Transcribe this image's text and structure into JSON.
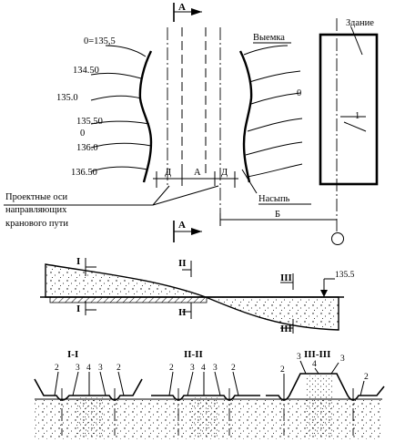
{
  "plan": {
    "section_mark": "А",
    "elevation_zero": "0=135,5",
    "excavation_label": "Выемка",
    "building_label": "Здание",
    "contours_left": [
      "134.50",
      "135.0",
      "135.50",
      "0",
      "136.0",
      "136.50"
    ],
    "contour_right_zero": "0",
    "marker_one": "1",
    "dim_d": "Д",
    "dim_a": "А",
    "dim_b": "Б",
    "fill_label": "Насыпь",
    "design_axes_line1": "Проектные оси",
    "design_axes_line2": "направляющих",
    "design_axes_line3": "кранового пути"
  },
  "profile": {
    "mark_1": "I",
    "mark_2": "II",
    "mark_3": "III",
    "elevation": "135.5"
  },
  "sections": {
    "title_1": "I-I",
    "title_2": "II-II",
    "title_3": "III-III",
    "s1_labels": [
      "2",
      "3",
      "4",
      "3",
      "2"
    ],
    "s2_labels": [
      "2",
      "3",
      "4",
      "3",
      "2"
    ],
    "s3_labels": [
      "3",
      "4",
      "3",
      "2",
      "2"
    ]
  }
}
